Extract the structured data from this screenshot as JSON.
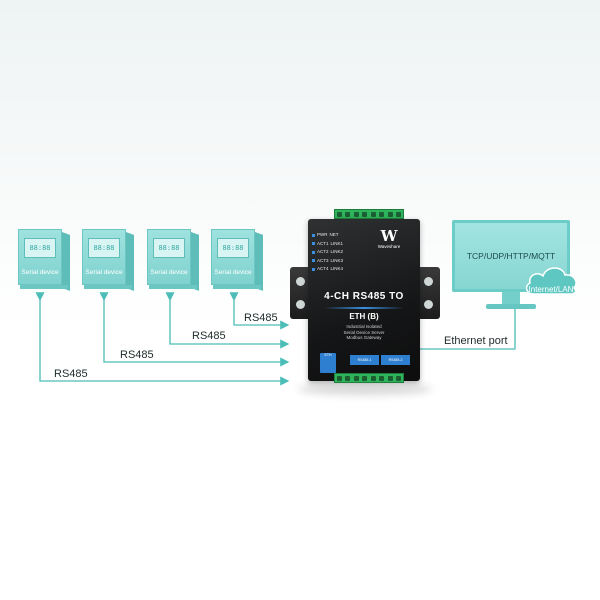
{
  "serial_devices": [
    {
      "screen": "88:88",
      "label": "Serial device"
    },
    {
      "screen": "88:88",
      "label": "Serial device"
    },
    {
      "screen": "88:88",
      "label": "Serial device"
    },
    {
      "screen": "88:88",
      "label": "Serial device"
    }
  ],
  "links": {
    "rs485_labels": [
      "RS485",
      "RS485",
      "RS485",
      "RS485"
    ],
    "ethernet_label": "Ethernet port"
  },
  "gateway": {
    "brand": "Waveshare",
    "title_line1": "4-CH RS485 TO",
    "title_line2": "ETH (B)",
    "description": [
      "Industrial Isolated",
      "Serial Device Server",
      "Modbus Gateway"
    ],
    "leds": [
      [
        "PWR",
        "NET"
      ],
      [
        "ACT1",
        "LINK1"
      ],
      [
        "ACT2",
        "LINK2"
      ],
      [
        "ACT3",
        "LINK3"
      ],
      [
        "ACT4",
        "LINK4"
      ]
    ],
    "eth_port_label": "ETH",
    "rs485_port_labels": [
      "RS485-1",
      "RS485-2"
    ]
  },
  "computer": {
    "protocols": "TCP/UDP/HTTP/MQTT",
    "network": "Internet/LAN"
  },
  "colors": {
    "accent": "#5ec7c2",
    "line": "#4cbdb7",
    "device_body": "#1a1b1c",
    "terminal": "#2fb35b",
    "led": "#3a8fe0"
  }
}
